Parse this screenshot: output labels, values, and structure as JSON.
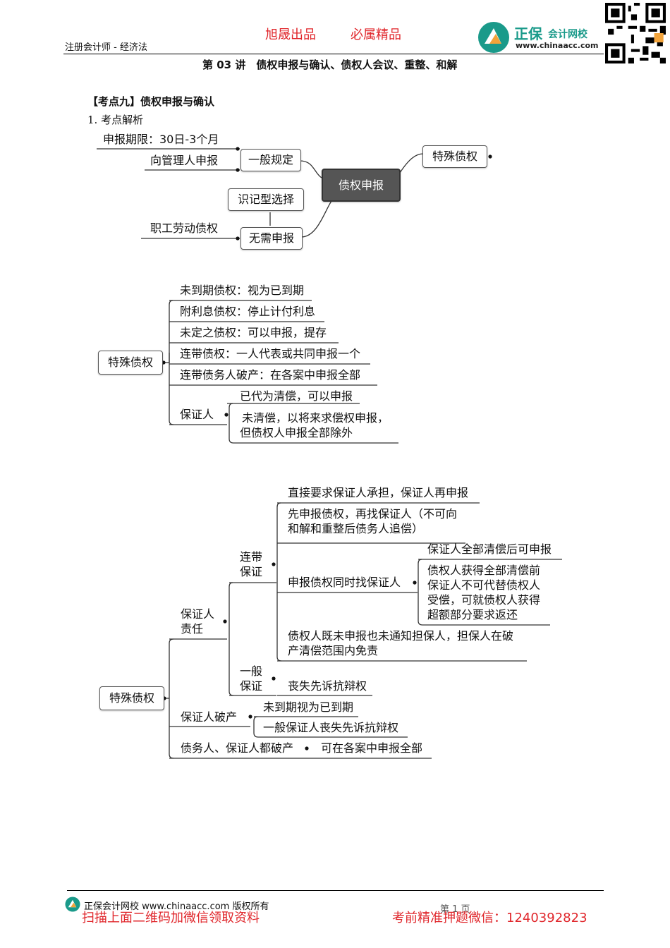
{
  "header": {
    "course": "注册会计师 - 经济法",
    "slogan_left": "旭晟出品",
    "slogan_right": "必属精品",
    "logo_name": "正保",
    "logo_sub": "会计网校",
    "logo_url": "www.chinaacc.com",
    "lecture": "第 03 讲　债权申报与确认、债权人会议、重整、和解"
  },
  "section": {
    "heading": "【考点九】债权申报与确认",
    "sub": "1. 考点解析"
  },
  "map1": {
    "center": "债权申报",
    "general": "一般规定",
    "period": "申报期限：30日-3个月",
    "to_manager": "向管理人申报",
    "special": "特殊债权",
    "no_need": "无需申报",
    "choice": "识记型选择",
    "labor": "职工劳动债权"
  },
  "map2": {
    "root": "特殊债权",
    "items": [
      "未到期债权：视为已到期",
      "附利息债权：停止计付利息",
      "未定之债权：可以申报，提存",
      "连带债权：一人代表或共同申报一个",
      "连带债务人破产：在各案中申报全部"
    ],
    "guarantor": "保证人",
    "g1": "已代为清偿，可以申报",
    "g2a": "未清偿，以将来求偿权申报，",
    "g2b": "但债权人申报全部除外"
  },
  "map3": {
    "root": "特殊债权",
    "liability_a": "保证人",
    "liability_b": "责任",
    "joint_a": "连带",
    "joint_b": "保证",
    "j1": "直接要求保证人承担，保证人再申报",
    "j2a": "先申报债权，再找保证人（不可向",
    "j2b": "和解和重整后债务人追偿）",
    "j3": "申报债权同时找保证人",
    "j3a": "保证人全部清偿后可申报",
    "j3b1": "债权人获得全部清偿前",
    "j3b2": "保证人不可代替债权人",
    "j3b3": "受偿，可就债权人获得",
    "j3b4": "超额部分要求返还",
    "j4a": "债权人既未申报也未通知担保人，担保人在破",
    "j4b": "产清偿范围内免责",
    "general_a": "一般",
    "general_b": "保证",
    "g1": "丧失先诉抗辩权",
    "bankrupt": "保证人破产",
    "b1": "未到期视为已到期",
    "b2": "一般保证人丧失先诉抗辩权",
    "both": "债务人、保证人都破产",
    "both1": "可在各案中申报全部"
  },
  "footer": {
    "copyright": "正保会计网校 www.chinaacc.com 版权所有",
    "page": "第 1 页",
    "promo_left": "扫描上面二维码加微信领取资料",
    "promo_right": "考前精准押题微信：1240392823"
  },
  "colors": {
    "accent": "#e0262b",
    "center_node": "#555555",
    "logo_green": "#1a9a8a"
  }
}
